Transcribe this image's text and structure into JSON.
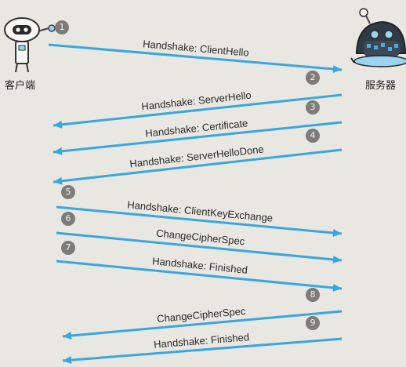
{
  "actors": {
    "client": {
      "label": "客户端"
    },
    "server": {
      "label": "服务器"
    }
  },
  "colors": {
    "arrow": "#3aa7dc",
    "badge": "#7d7c78",
    "background": "#e9e7e2"
  },
  "messages": [
    {
      "step": "1",
      "text": "Handshake: ClientHello",
      "direction": "client-to-server"
    },
    {
      "step": "2",
      "text": "Handshake: ServerHello",
      "direction": "server-to-client"
    },
    {
      "step": "3",
      "text": "Handshake: Certificate",
      "direction": "server-to-client"
    },
    {
      "step": "4",
      "text": "Handshake: ServerHelloDone",
      "direction": "server-to-client"
    },
    {
      "step": "5",
      "text": "Handshake: ClientKeyExchange",
      "direction": "client-to-server"
    },
    {
      "step": "6",
      "text": "ChangeCipherSpec",
      "direction": "client-to-server"
    },
    {
      "step": "7",
      "text": "Handshake: Finished",
      "direction": "client-to-server"
    },
    {
      "step": "8",
      "text": "ChangeCipherSpec",
      "direction": "server-to-client"
    },
    {
      "step": "9",
      "text": "Handshake: Finished",
      "direction": "server-to-client"
    }
  ]
}
